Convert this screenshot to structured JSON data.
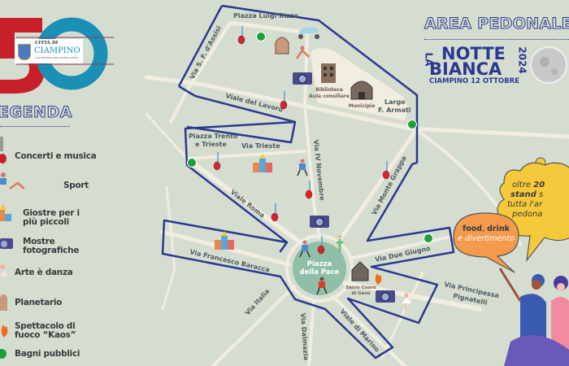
{
  "logo": {
    "number": "50",
    "city_prefix": "CITTÀ DI",
    "city_name": "CIAMPINO",
    "subtitle": "CITTÀ METROPOLITANA DI ROMA CAPITALE"
  },
  "legend": {
    "title": "EGENDA",
    "items": [
      {
        "label": "Concerti e musica",
        "icon": "guitar-icon"
      },
      {
        "label": "Sport",
        "icon": "athletes-icon"
      },
      {
        "label": "Giostre per i più piccoli",
        "icon": "toy-blocks-icon"
      },
      {
        "label": "Mostre fotografiche",
        "icon": "camera-icon"
      },
      {
        "label": "Arte è danza",
        "icon": "dancer-icon"
      },
      {
        "label": "Planetario",
        "icon": "planetarium-icon"
      },
      {
        "label": "Spettacolo di fuoco “Kaos”",
        "icon": "fire-icon"
      },
      {
        "label": "Bagni pubblici",
        "icon": "green-dot-icon"
      }
    ]
  },
  "header": {
    "area": "AREA PEDONALE",
    "la": "LA",
    "line1": "NOTTE",
    "line2": "BIANCA",
    "year": "2024",
    "date": "CIAMPINO 12 OTTOBRE"
  },
  "streets": {
    "rizzo": "Piazza Luigi Rizzo",
    "assisi": "Via S. F. d'Assisi",
    "lavoro": "Viale del Lavoro",
    "trento": "Piazza Trento",
    "trento2": "e Trieste",
    "trieste": "Via Trieste",
    "novembre": "Via IV Novembre",
    "roma": "Viale Roma",
    "baracca": "Via Francesco Baracca",
    "italia": "Via Italia",
    "dalmazia": "Via Dalmazia",
    "marino": "Viale di Marino",
    "grappa": "Via Monte Grappa",
    "giugno": "Via Due Giugno",
    "pignatelli1": "Via Principessa",
    "pignatelli2": "Pignatelli",
    "largo1": "Largo",
    "largo2": "F. Armati"
  },
  "places": {
    "piazza1": "Piazza",
    "piazza2": "della Pace",
    "biblioteca1": "Biblioteca",
    "biblioteca2": "Aula consiliare",
    "municipio": "Municipio",
    "chiesa1": "Sacro Cuore",
    "chiesa2": "di Gesù"
  },
  "bubbles": {
    "food_bold1": "food",
    "food_sep": ", ",
    "food_bold2": "drink",
    "food_line2": "e divertimento",
    "stand_l1a": "oltre ",
    "stand_l1b": "20",
    "stand_l2a": "stand",
    "stand_l2b": " s",
    "stand_l3": "tutta l'ar",
    "stand_l4": "pedona"
  },
  "colors": {
    "boundary": "#2b3990",
    "road": "#f1ede0",
    "toilet": "#1e9e3a",
    "red": "#c8202a",
    "blue": "#1b8fb5",
    "orange": "#f39a4c",
    "yellow": "#f5c93a"
  }
}
